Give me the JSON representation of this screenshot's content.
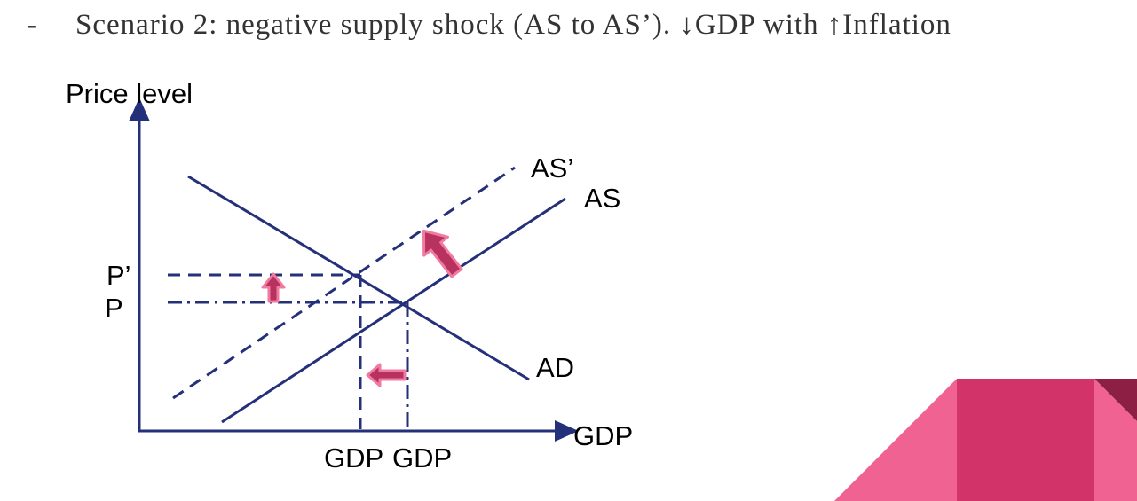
{
  "heading": {
    "bullet": "-",
    "text": "Scenario 2: negative supply shock (AS to AS’). ↓GDP with ↑Inflation"
  },
  "diagram": {
    "y_axis_label": "Price level",
    "x_axis_label": "GDP",
    "curves": {
      "as_new": "AS’",
      "as": "AS",
      "ad": "AD"
    },
    "price_labels": {
      "p_new": "P’",
      "p": "P"
    },
    "gdp_labels": {
      "gdp_new": "GDP",
      "gdp": "GDP"
    },
    "colors": {
      "line": "#25307a",
      "arrow_fill": "#b7325f",
      "arrow_outline": "#f07aa0"
    }
  },
  "decoration": {
    "colors": {
      "light_pink": "#f06292",
      "magenta": "#d23469",
      "dark": "#8e1f44"
    }
  }
}
